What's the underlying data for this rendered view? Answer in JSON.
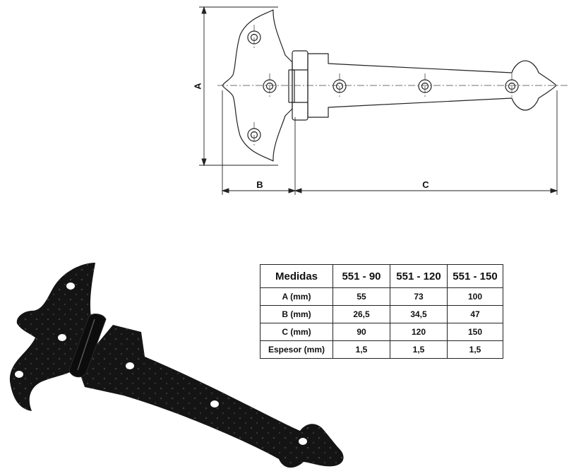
{
  "drawing": {
    "dimension_labels": {
      "a": "A",
      "b": "B",
      "c": "C"
    }
  },
  "specs_table": {
    "header": [
      "Medidas",
      "551 - 90",
      "551 - 120",
      "551 - 150"
    ],
    "rows": [
      [
        "A (mm)",
        "55",
        "73",
        "100"
      ],
      [
        "B (mm)",
        "26,5",
        "34,5",
        "47"
      ],
      [
        "C (mm)",
        "90",
        "120",
        "150"
      ],
      [
        "Espesor (mm)",
        "1,5",
        "1,5",
        "1,5"
      ]
    ]
  },
  "colors": {
    "line": "#222222",
    "hinge_metal": "#141414"
  }
}
